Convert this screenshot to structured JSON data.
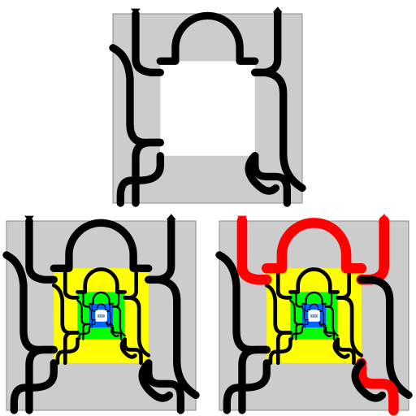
{
  "colors": {
    "background": "#ffffff",
    "tile_gray": "#cccccc",
    "level1": "#ffff00",
    "level2": "#00ff00",
    "level3": "#0066ff",
    "track_default": "#000000",
    "track_highlight": "#ff0000",
    "hole": "#ffffff"
  },
  "panels": [
    {
      "id": "template",
      "nesting_levels": 0,
      "highlight_path": false
    },
    {
      "id": "nested",
      "nesting_levels": 3,
      "highlight_path": false
    },
    {
      "id": "nested-highlighted",
      "nesting_levels": 3,
      "highlight_path": true
    }
  ],
  "ports": [
    {
      "role": "entry",
      "direction": "down",
      "icon": "arrow-down-icon"
    },
    {
      "role": "exit",
      "direction": "up",
      "icon": "arrow-up-icon"
    }
  ],
  "innermost_marker": "dots"
}
